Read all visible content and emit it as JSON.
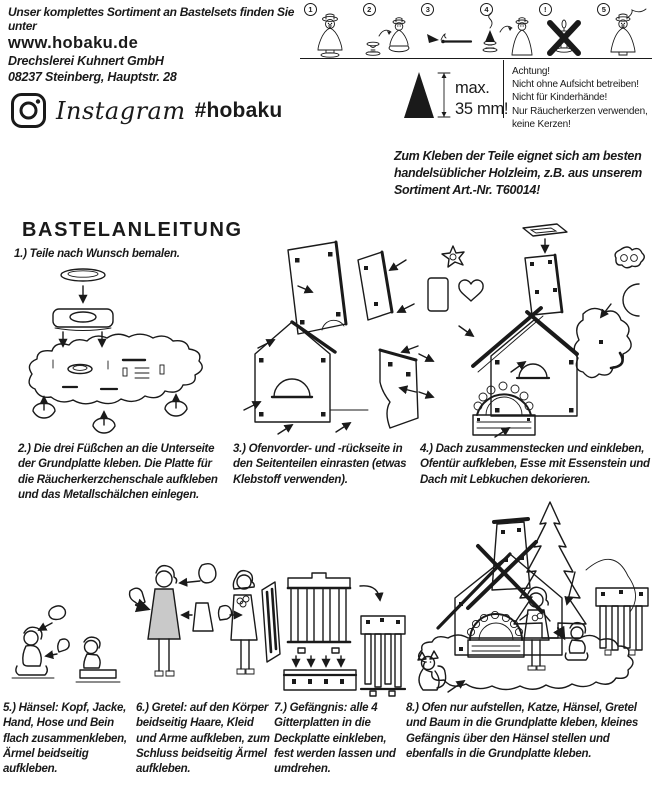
{
  "colors": {
    "ink": "#1a1a1a",
    "paper": "#ffffff",
    "dress_shade": "#c9c9c9"
  },
  "header": {
    "tagline": "Unser komplettes Sortiment an Bastelsets finden Sie unter",
    "website": "www.hobaku.de",
    "company": "Drechslerei Kuhnert GmbH",
    "address": "08237 Steinberg, Hauptstr. 28",
    "instagram": {
      "icon": "instagram-icon",
      "label": "Instagram",
      "hashtag": "#hobaku"
    }
  },
  "usage_strip": {
    "badges": [
      "1",
      "2",
      "3",
      "4",
      "!",
      "5"
    ],
    "icon_names": [
      "incense-smoker-figure-icon",
      "base-with-bowl-icon",
      "light-cone-with-match-icon",
      "place-cone-set-top-icon",
      "no-candle-crossed-icon",
      "smoking-figure-icon"
    ]
  },
  "warning": {
    "max_line1": "max.",
    "max_line2": "35 mm!",
    "title": "Achtung!",
    "lines": [
      "Nicht ohne Aufsicht betreiben!",
      "Nicht für Kinderhände!",
      "Nur Räucherkerzen verwenden,",
      "keine Kerzen!"
    ]
  },
  "glue_note": "Zum Kleben der Teile eignet sich am besten handelsüblicher Holzleim, z.B. aus unserem Sortiment Art.-Nr. T60014!",
  "instructions": {
    "title": "BASTELANLEITUNG",
    "steps": [
      "1.) Teile nach Wunsch bemalen.",
      "2.) Die drei Füßchen an die Unterseite der Grundplatte kleben. Die Platte für die Räucherkerzchenschale aufkleben und das Metallschälchen einlegen.",
      "3.) Ofenvorder- und -rückseite in den Seitenteilen einrasten (etwas Klebstoff verwenden).",
      "4.) Dach zusammenstecken und einkleben, Ofentür aufkleben, Esse mit Essenstein und Dach mit Lebkuchen dekorieren.",
      "5.) Hänsel: Kopf, Jacke, Hand, Hose und Bein flach zusammenkleben, Ärmel beidseitig aufkleben.",
      "6.) Gretel: auf den Körper beidseitig Haare, Kleid und Arme aufkleben, zum Schluss beidseitig Ärmel aufkleben.",
      "7.) Gefängnis: alle 4 Gitterplatten in die Deckplatte einkleben, fest werden lassen und umdrehen.",
      "8.) Ofen nur aufstellen, Katze, Hänsel, Gretel und Baum in die Grundplatte kleben, kleines Gefängnis über den Hänsel stellen und ebenfalls in die Grundplatte kleben."
    ]
  },
  "illustration_names": [
    "base-plate-exploded-diagram",
    "oven-panels-exploded-diagram",
    "house-assembly-decoration-diagram",
    "haensel-gluing-diagram",
    "gretel-gluing-diagram",
    "jail-assembly-diagram",
    "finished-scene-diagram"
  ]
}
